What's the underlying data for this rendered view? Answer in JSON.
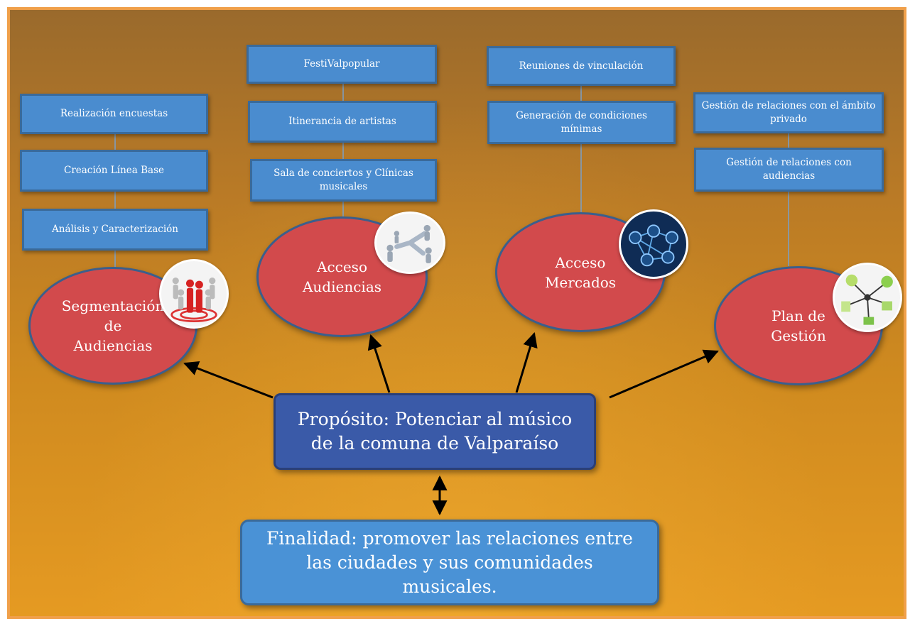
{
  "center": {
    "purpose": "Propósito: Potenciar al músico de la comuna de Valparaíso",
    "finality": "Finalidad: promover las relaciones entre las ciudades y sus comunidades musicales."
  },
  "branches": {
    "segmentacion": {
      "label": "Segmentación\nde\nAudiencias",
      "icon": "target-people-icon",
      "activities": [
        "Realización encuestas",
        "Creación Línea Base",
        "Análisis y Caracterización"
      ]
    },
    "acceso_audiencias": {
      "label": "Acceso\nAudiencias",
      "icon": "network-people-icon",
      "activities": [
        "FestiValpopular",
        "Itinerancia de artistas",
        "Sala de conciertos y Clínicas musicales"
      ]
    },
    "acceso_mercados": {
      "label": "Acceso\nMercados",
      "icon": "social-network-icon",
      "activities": [
        "Reuniones de vinculación",
        "Generación de condiciones mínimas"
      ]
    },
    "plan_gestion": {
      "label": "Plan de\nGestión",
      "icon": "management-chart-icon",
      "activities": [
        "Gestión de relaciones con el ámbito privado",
        "Gestión de relaciones con audiencias"
      ]
    }
  },
  "colors": {
    "activity_box": "#4a8ccf",
    "ellipse": "#d24a4c",
    "purpose_box": "#3a5aa8",
    "finality_box": "#4a92d6",
    "background": "#c8841f",
    "frame": "#f0a04a"
  }
}
